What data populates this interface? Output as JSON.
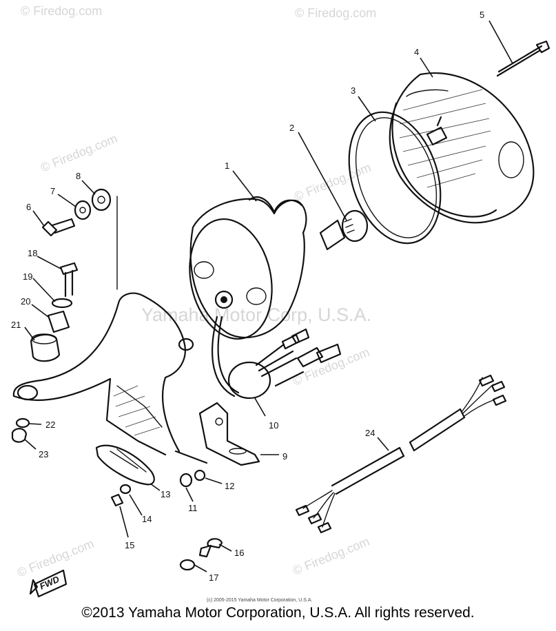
{
  "watermarks": {
    "site": "© Firedog.com",
    "company": "Yamaha Motor Corp, U.S.A."
  },
  "callouts": [
    "1",
    "2",
    "3",
    "4",
    "5",
    "6",
    "7",
    "8",
    "9",
    "10",
    "11",
    "12",
    "13",
    "14",
    "15",
    "16",
    "17",
    "18",
    "19",
    "20",
    "21",
    "22",
    "23",
    "24"
  ],
  "direction_mark": "FWD",
  "small_copyright": "(c) 2005-2015 Yamaha Motor Corporation, U.S.A.",
  "copyright": "©2013 Yamaha Motor Corporation, U.S.A. All rights reserved."
}
